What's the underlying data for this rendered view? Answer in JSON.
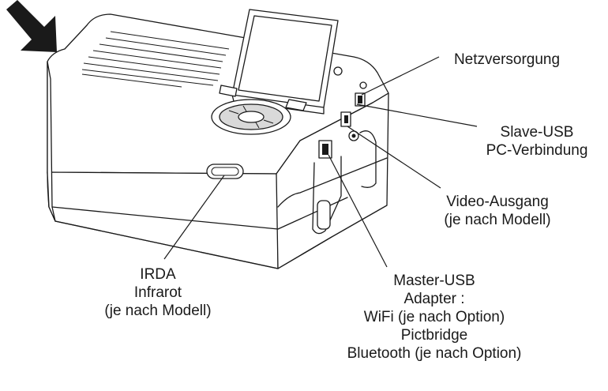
{
  "labels": {
    "power": [
      "Netzversorgung"
    ],
    "slave_usb": [
      "Slave-USB",
      "PC-Verbindung"
    ],
    "video": [
      "Video-Ausgang",
      "(je nach Modell)"
    ],
    "irda": [
      "IRDA",
      "Infrarot",
      "(je nach Modell)"
    ],
    "master_usb": [
      "Master-USB",
      "Adapter :",
      "WiFi (je nach Option)",
      "Pictbridge",
      "Bluetooth (je nach Option)"
    ]
  },
  "colors": {
    "ink": "#1a1a1a",
    "background": "#ffffff",
    "body_fill": "#ffffff",
    "shade": "#d9d9d9"
  },
  "icons": [
    "direction-arrow-icon",
    "printer-illustration"
  ]
}
